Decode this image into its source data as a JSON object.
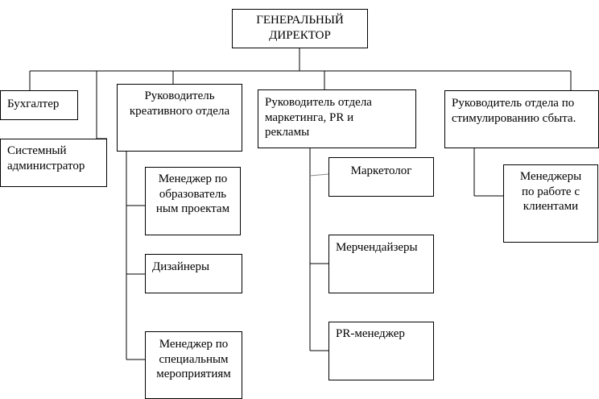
{
  "colors": {
    "line": "#000000",
    "line_light": "#8a8a8a",
    "box_border": "#000000",
    "background": "#ffffff"
  },
  "nodes": {
    "ceo": "ГЕНЕРАЛЬНЫЙ\nДИРЕКТОР",
    "accountant": "Бухгалтер",
    "sysadmin": "Системный\nадминистратор",
    "creative_head": "Руководитель\nкреативного отдела",
    "edu_manager": "Менеджер по\nобразователь\nным проектам",
    "designers": "Дизайнеры",
    "events_manager": "Менеджер по\nспециальным\nмероприятиям",
    "marketing_head": "Руководитель отдела\nмаркетинга, PR и\nрекламы",
    "marketer": "Маркетолог",
    "merchandisers": "Мерчендайзеры",
    "pr_manager": "PR-менеджер",
    "sales_head": "Руководитель отдела по\nстимулированию сбыта.",
    "client_managers": "Менеджеры\nпо работе с\nклиентами"
  }
}
